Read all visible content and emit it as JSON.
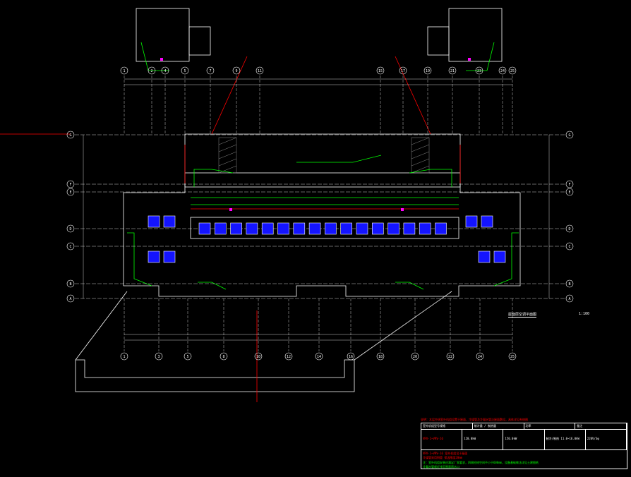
{
  "drawing": {
    "colors": {
      "background": "#000000",
      "wall": "#ffffff",
      "axis_line": "#ffffff",
      "pipe_green": "#00ff00",
      "pipe_red": "#ff0000",
      "outdoor_unit_blue": "#1414ff",
      "hatch_gray": "#8c8c8c",
      "magenta_marker": "#ff00ff",
      "note_yellow": "#ffff00"
    },
    "top_axis_labels": [
      "1",
      "2",
      "4",
      "5",
      "7",
      "9",
      "11",
      "15",
      "17",
      "19",
      "21",
      "23",
      "24",
      "25"
    ],
    "bottom_axis_labels": [
      "1",
      "3",
      "5",
      "8",
      "10",
      "12",
      "14",
      "16",
      "18",
      "20",
      "22",
      "24",
      "25"
    ],
    "row_axis_labels": [
      "G",
      "F",
      "E",
      "D",
      "C",
      "B",
      "A"
    ],
    "sheet_title": "屋面层空调平面图",
    "sheet_scale": "1:100",
    "header_note_red": "说明：本层空调室外机组设置于屋面，冷媒管及冷凝水管沿屋面敷设，具体详见系统图",
    "title_block": {
      "header": [
        "室外机组型号规格",
        "制冷量 / 制热量",
        "功率",
        "备注"
      ],
      "body": [
        "VRV-1~VRV-16",
        "120.0kW",
        "150.0kW",
        "制冷/制热 11.0~16.0kW",
        "220V/3φ"
      ],
      "note_red": [
        "VRV-1~VRV-16 室外机组设于屋面",
        "冷媒管采用铜管 保温厚度20mm"
      ],
      "note_green": [
        "注：室外机组安装应满足厂家要求，四周检修空间不小于600mm，设备基础做法详见土建图纸",
        "冷凝水管就近排至屋面雨水口"
      ]
    }
  }
}
